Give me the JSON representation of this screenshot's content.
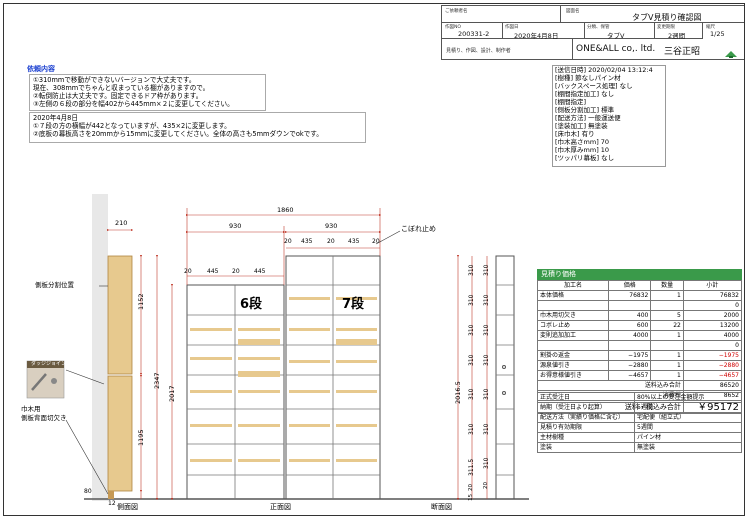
{
  "title_block": {
    "client_label": "ご依頼者名",
    "drawing_name_label": "図面名",
    "drawing_name": "タブV見積り確認図",
    "order_no_label": "作図NO",
    "order_no": "200331-2",
    "date_label": "作図日",
    "date": "2020年4月8日",
    "category_label": "分類、保管",
    "category": "タブV",
    "revision_label": "変更期限",
    "revision": "2週間",
    "sheet_label": "縮尺",
    "sheet": "1/25",
    "company_caption": "見積り、作図、設計、制作者",
    "company": "ONE&ALL co,. ltd.",
    "person": "三谷正昭"
  },
  "requests": {
    "heading": "依頼内容",
    "lines": [
      "①310mmで移動ができないバージョンで大丈夫です。",
      "現在、308mmでちゃんと収まっている棚がありますので。",
      "②転倒防止は大丈夫です。固定できるドア枠があります。",
      "③左側の６段の部分を幅402から445mm×２に変更してください。"
    ],
    "date2": "2020年4月8日",
    "lines2": [
      "①７段の方の横幅が442となっていますが、435×2に変更します。",
      "②底板の幕板高さを20mmから15mmに変更してください。全体の高さも5mmダウンでokです。"
    ]
  },
  "specs": [
    "[送信日時] 2020/02/04 13:12:4",
    "[樹種] 節なしパイン材",
    "[バックスペース処理] なし",
    "[棚間指定加工] なし",
    "[棚間指定]",
    "[側板分割加工] 標準",
    "[配送方法] 一般運送便",
    "[塗装加工] 無塗装",
    "[床巾木] 有り",
    "[巾木高さmm] 70",
    "[巾木厚みmm] 10",
    "[ツッパリ幕板] なし"
  ],
  "estimate": {
    "title": "見積り価格",
    "headers": [
      "加工名",
      "価格",
      "数量",
      "小計"
    ],
    "rows": [
      [
        "本体価格",
        "76832",
        "1",
        "76832"
      ],
      [
        "",
        "",
        "",
        "0"
      ],
      [
        "巾木用切欠き",
        "400",
        "5",
        "2000"
      ],
      [
        "コボレ止め",
        "600",
        "22",
        "13200"
      ],
      [
        "変則追加加工",
        "4000",
        "1",
        "4000"
      ],
      [
        "",
        "",
        "",
        "0"
      ],
      [
        "割掛の返金",
        "−1975",
        "1",
        "−1975"
      ],
      [
        "源泉値引き",
        "−2880",
        "1",
        "−2880"
      ],
      [
        "お得意様値引き",
        "−4657",
        "1",
        "−4657"
      ]
    ],
    "subtotal_label": "送料込み合計",
    "subtotal": "86520",
    "tax_label": "消費税",
    "tax": "8652",
    "total_label": "送料・税込み合計",
    "total": "￥95172",
    "info": [
      [
        "正式受注日",
        "80%以上の受注金額提示"
      ],
      [
        "納期（受注日より起算）",
        "5週間"
      ],
      [
        "配送方法（実績り価格に含む）",
        "宅配便（組立式）"
      ],
      [
        "見積り有効期限",
        "5週間"
      ],
      [
        "主材樹種",
        "パイン材"
      ],
      [
        "塗装",
        "無塗装"
      ]
    ]
  },
  "drawing": {
    "dim_total_width": "1860",
    "dim_left_unit": "930",
    "dim_right_unit": "930",
    "dim_right_parts": [
      "20",
      "435",
      "20",
      "435",
      "20"
    ],
    "dim_left_parts": [
      "20",
      "445",
      "20",
      "445"
    ],
    "dim_side_depth": "210",
    "dim_upper": "1152",
    "dim_lower": "1195",
    "dim_base": "80",
    "dim_base_small": "12",
    "dim_total_height": "2347",
    "dim_inner_height": "2017",
    "dim_section_height": "2016.5",
    "label_6": "6段",
    "label_7": "7段",
    "section_dims": [
      "310",
      "310",
      "310",
      "310",
      "310",
      "310",
      "311.5",
      "20",
      "15"
    ],
    "section_dims_b": [
      "310",
      "310",
      "310",
      "310",
      "310",
      "310",
      "310",
      "20"
    ],
    "callout_fall_stop": "こぼれ止め",
    "callout_side_split": "側板分割位置",
    "callout_joint": "ダッジジョイント",
    "callout_baseboard": "巾木用",
    "callout_baseboard2": "側板背面切欠き",
    "view_side": "側面図",
    "view_front": "正面図",
    "view_section": "断面図"
  },
  "colors": {
    "wood": "#e7c98e",
    "wood_dark": "#c79a55",
    "dim_red": "#c0392b",
    "estimate_header": "#3a9a4a",
    "accent_blue": "#1a3fd0"
  }
}
